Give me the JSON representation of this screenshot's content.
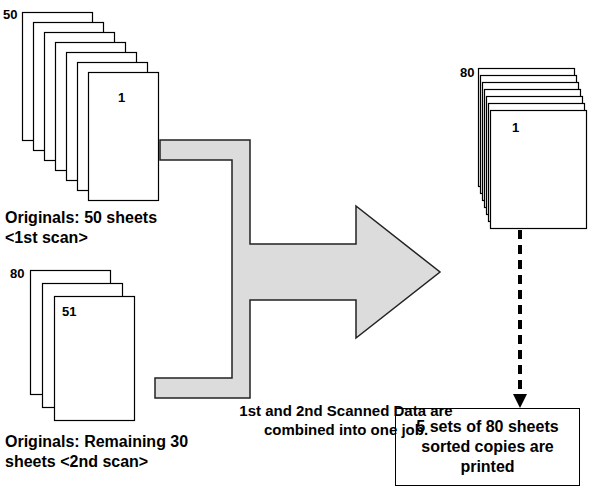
{
  "diagram": {
    "nodes": [
      {
        "text": [
          "50",
          "1",
          "Originals: 50 sheets <1st scan>"
        ]
      },
      {
        "text": [
          "80",
          "51",
          "Originals: Remaining 30 sheets <2nd scan>"
        ]
      },
      {
        "text": [
          "80",
          "1"
        ]
      },
      {
        "text": [
          "5 sets of 80 sheets sorted copies are printed"
        ]
      }
    ],
    "edges": [
      {
        "from": 0,
        "to": 2,
        "arrow": "to"
      },
      {
        "from": 1,
        "to": 2,
        "arrow": "to"
      },
      {
        "from": 2,
        "to": 3,
        "arrow": "to"
      }
    ],
    "labels": [
      "1st and 2nd Scanned Data are combined into one job."
    ]
  }
}
